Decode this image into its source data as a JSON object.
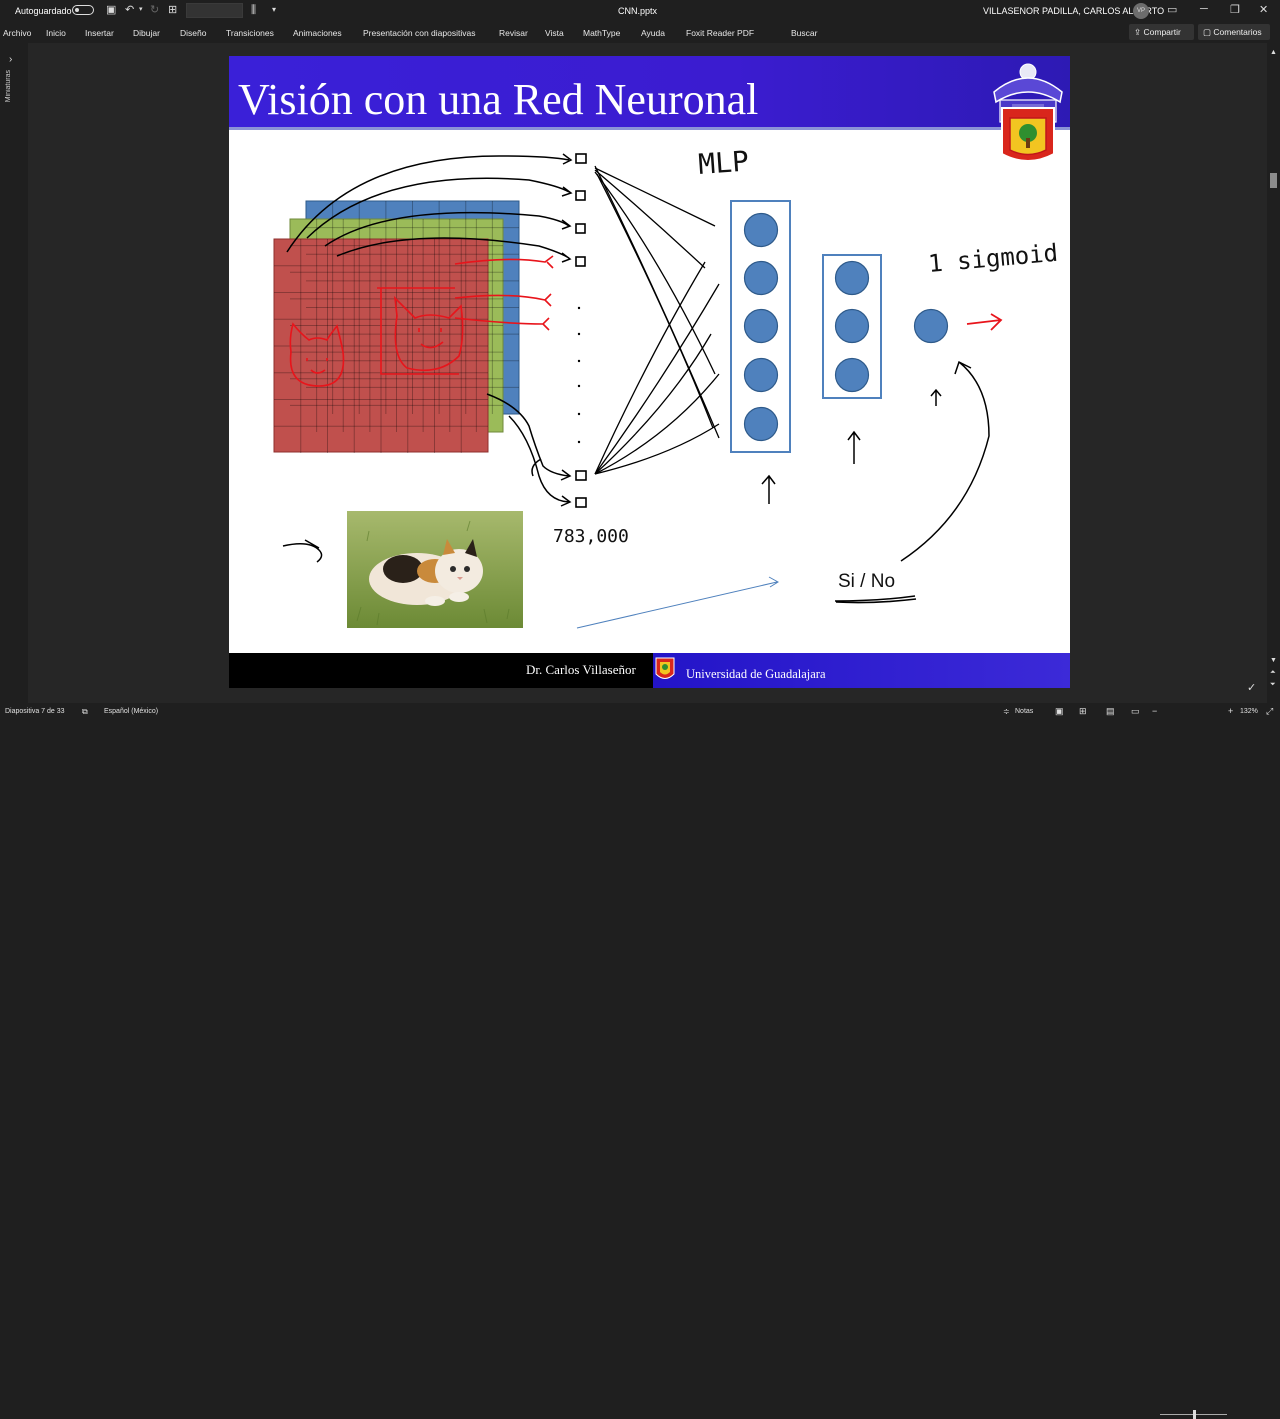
{
  "titlebar": {
    "autosave_label": "Autoguardado",
    "filename": "CNN.pptx",
    "user_name": "VILLASENOR PADILLA, CARLOS ALBERTO",
    "user_initials": "VP"
  },
  "ribbon": {
    "tabs": [
      "Archivo",
      "Inicio",
      "Insertar",
      "Dibujar",
      "Diseño",
      "Transiciones",
      "Animaciones",
      "Presentación con diapositivas",
      "Revisar",
      "Vista",
      "MathType",
      "Ayuda",
      "Foxit Reader PDF",
      "Buscar"
    ],
    "share_label": "Compartir",
    "comments_label": "Comentarios"
  },
  "sidepane": {
    "label": "Miniaturas"
  },
  "slide": {
    "title": "Visión con una Red Neuronal",
    "handwriting": {
      "mlp": "MLP",
      "sigmoid": "1 sigmoid",
      "count": "783,000"
    },
    "output_label": "Si / No",
    "footer_author": "Dr. Carlos Villaseñor",
    "footer_university": "Universidad de Guadalajara",
    "colors": {
      "red": "#c0504d",
      "green": "#9bbb59",
      "blue": "#4f81bd",
      "neuron": "#4f81bd",
      "title_bar": "#3a20d8"
    }
  },
  "statusbar": {
    "slide_counter": "Diapositiva 7 de 33",
    "language": "Español (México)",
    "notes_label": "Notas",
    "zoom": "132%"
  }
}
